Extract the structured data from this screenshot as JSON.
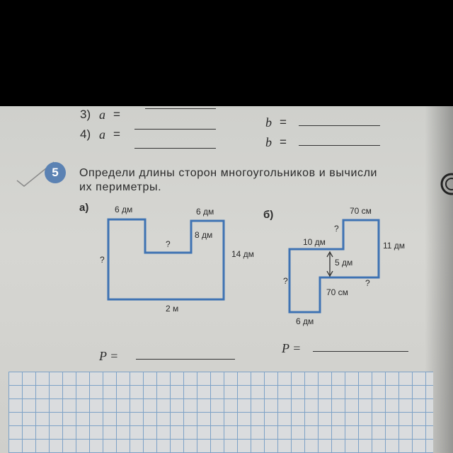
{
  "exercise_prev": {
    "rows": [
      {
        "num": "3)",
        "a_label": "a",
        "eq": "=",
        "b_label": "b",
        "eq2": "="
      },
      {
        "num": "4)",
        "a_label": "a",
        "eq": "=",
        "b_label": "b",
        "eq2": "="
      }
    ]
  },
  "task": {
    "number": "5",
    "text_line1": "Определи длины сторон многоугольников и вычисли",
    "text_line2": "их периметры."
  },
  "figure_a": {
    "label": "а)",
    "top_left": "6 дм",
    "top_right": "6 дм",
    "notch_depth": "8 дм",
    "notch_inner": "?",
    "left": "?",
    "right": "14 дм",
    "bottom": "2 м",
    "perimeter_label": "P ="
  },
  "figure_b": {
    "label": "б)",
    "top": "70 см",
    "upper_q": "?",
    "step_width": "10 дм",
    "right": "11 дм",
    "gap": "5 дм",
    "left_q": "?",
    "right_q": "?",
    "lower_step": "70 см",
    "bottom": "6 дм",
    "perimeter_label": "P ="
  },
  "colors": {
    "outline": "#3f73b3",
    "badge": "#5b82b3",
    "grid": "#6f9ac6"
  }
}
